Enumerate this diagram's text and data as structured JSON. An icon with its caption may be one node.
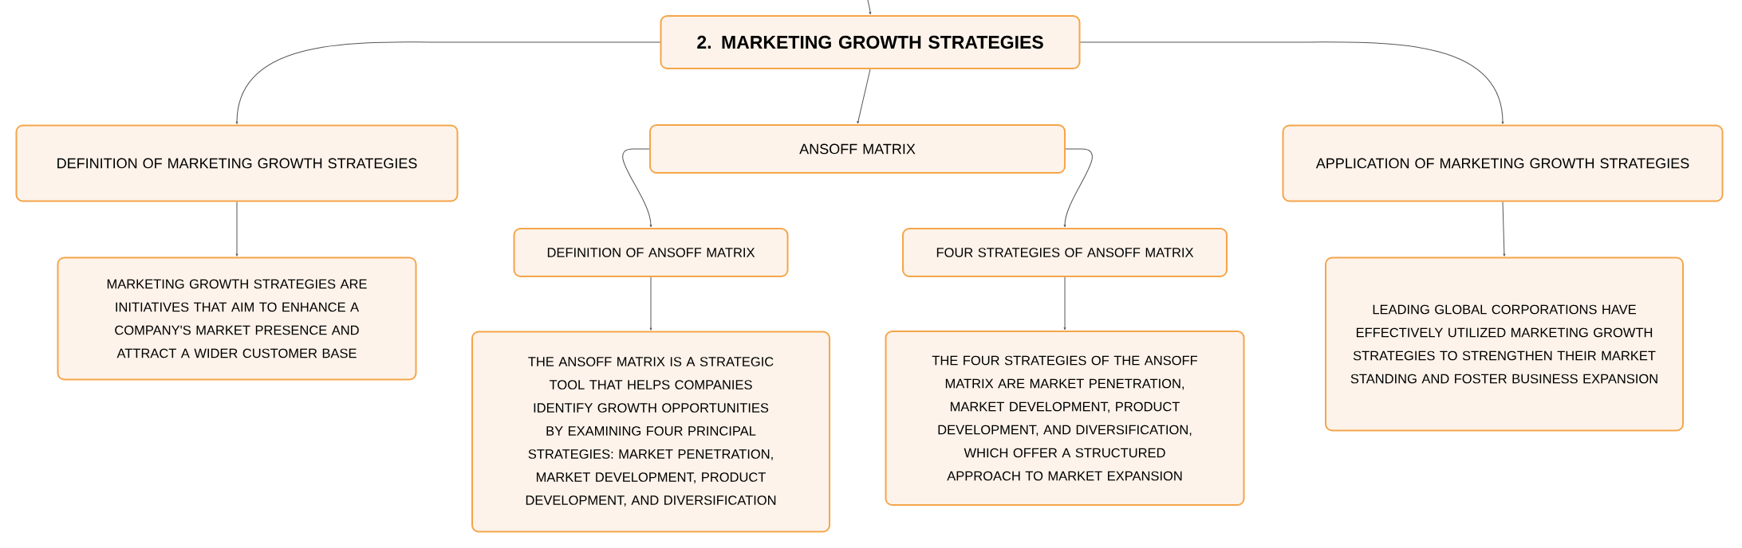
{
  "diagram": {
    "nodes": [
      {
        "text": [
          "2. MARKETING GROWTH STRATEGIES"
        ]
      },
      {
        "text": [
          "DEFINITION OF MARKETING GROWTH STRATEGIES"
        ]
      },
      {
        "text": [
          "ANSOFF MATRIX"
        ]
      },
      {
        "text": [
          "APPLICATION OF MARKETING GROWTH STRATEGIES"
        ]
      },
      {
        "text": [
          "DEFINITION OF ANSOFF MATRIX"
        ]
      },
      {
        "text": [
          "FOUR STRATEGIES OF ANSOFF MATRIX"
        ]
      },
      {
        "text": [
          "MARKETING GROWTH STRATEGIES ARE INITIATIVES THAT AIM TO ENHANCE A COMPANY'S MARKET PRESENCE AND ATTRACT A WIDER CUSTOMER BASE"
        ]
      },
      {
        "text": [
          "THE ANSOFF MATRIX IS A STRATEGIC TOOL THAT HELPS COMPANIES IDENTIFY GROWTH OPPORTUNITIES BY EXAMINING FOUR PRINCIPAL STRATEGIES: MARKET PENETRATION, MARKET DEVELOPMENT, PRODUCT DEVELOPMENT, AND DIVERSIFICATION"
        ]
      },
      {
        "text": [
          "THE FOUR STRATEGIES OF THE ANSOFF MATRIX ARE MARKET PENETRATION, MARKET DEVELOPMENT, PRODUCT DEVELOPMENT, AND DIVERSIFICATION, WHICH OFFER A STRUCTURED APPROACH TO MARKET EXPANSION"
        ]
      },
      {
        "text": [
          "LEADING GLOBAL CORPORATIONS HAVE EFFECTIVELY UTILIZED MARKETING GROWTH STRATEGIES TO STRENGTHEN THEIR MARKET STANDING AND FOSTER BUSINESS EXPANSION"
        ]
      }
    ],
    "edges": [
      {
        "from": null,
        "to": 0,
        "arrow": "to"
      },
      {
        "from": 0,
        "to": 1,
        "arrow": "to"
      },
      {
        "from": 0,
        "to": 2,
        "arrow": "to"
      },
      {
        "from": 0,
        "to": 3,
        "arrow": "to"
      },
      {
        "from": 2,
        "to": 4,
        "arrow": "to"
      },
      {
        "from": 2,
        "to": 5,
        "arrow": "to"
      },
      {
        "from": 1,
        "to": 6,
        "arrow": "to"
      },
      {
        "from": 4,
        "to": 7,
        "arrow": "to"
      },
      {
        "from": 5,
        "to": 8,
        "arrow": "to"
      },
      {
        "from": 3,
        "to": 9,
        "arrow": "to"
      }
    ]
  }
}
